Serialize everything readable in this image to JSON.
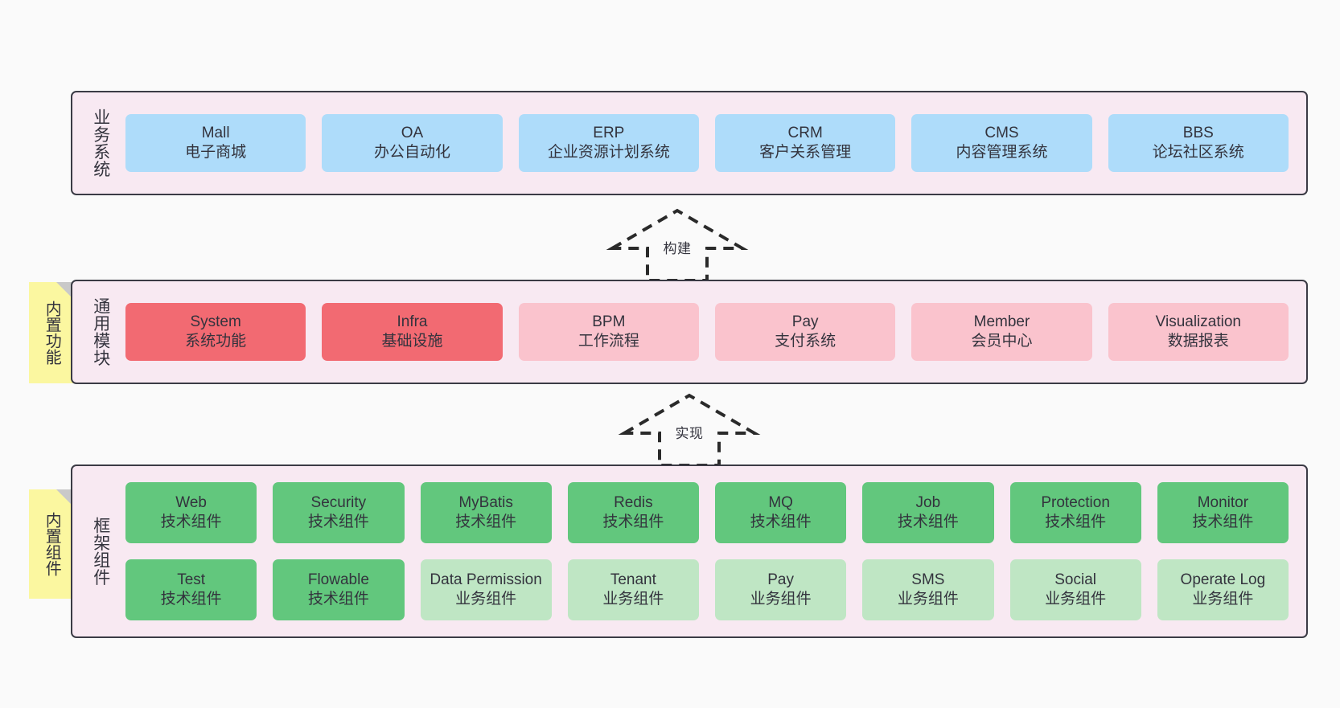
{
  "page": {
    "background": "#fafafa",
    "border_color": "#3b3b45",
    "layer_background": "#f8e9f2",
    "note_color": "#fbf7a0"
  },
  "colors": {
    "blue": "#aedcfa",
    "red": "#f26a72",
    "pink": "#fac3cd",
    "green": "#62c77d",
    "light_green": "#bfe6c4"
  },
  "layers": {
    "business": {
      "title": "业务系统",
      "cards": [
        {
          "name": "Mall",
          "desc": "电子商城",
          "color": "blue"
        },
        {
          "name": "OA",
          "desc": "办公自动化",
          "color": "blue"
        },
        {
          "name": "ERP",
          "desc": "企业资源计划系统",
          "color": "blue"
        },
        {
          "name": "CRM",
          "desc": "客户关系管理",
          "color": "blue"
        },
        {
          "name": "CMS",
          "desc": "内容管理系统",
          "color": "blue"
        },
        {
          "name": "BBS",
          "desc": "论坛社区系统",
          "color": "blue"
        }
      ]
    },
    "common": {
      "title": "通用模块",
      "note": "内置功能",
      "cards": [
        {
          "name": "System",
          "desc": "系统功能",
          "color": "red"
        },
        {
          "name": "Infra",
          "desc": "基础设施",
          "color": "red"
        },
        {
          "name": "BPM",
          "desc": "工作流程",
          "color": "pink"
        },
        {
          "name": "Pay",
          "desc": "支付系统",
          "color": "pink"
        },
        {
          "name": "Member",
          "desc": "会员中心",
          "color": "pink"
        },
        {
          "name": "Visualization",
          "desc": "数据报表",
          "color": "pink"
        }
      ]
    },
    "framework": {
      "title": "框架组件",
      "note": "内置组件",
      "row1": [
        {
          "name": "Web",
          "desc": "技术组件",
          "color": "green"
        },
        {
          "name": "Security",
          "desc": "技术组件",
          "color": "green"
        },
        {
          "name": "MyBatis",
          "desc": "技术组件",
          "color": "green"
        },
        {
          "name": "Redis",
          "desc": "技术组件",
          "color": "green"
        },
        {
          "name": "MQ",
          "desc": "技术组件",
          "color": "green"
        },
        {
          "name": "Job",
          "desc": "技术组件",
          "color": "green"
        },
        {
          "name": "Protection",
          "desc": "技术组件",
          "color": "green"
        },
        {
          "name": "Monitor",
          "desc": "技术组件",
          "color": "green"
        }
      ],
      "row2": [
        {
          "name": "Test",
          "desc": "技术组件",
          "color": "green"
        },
        {
          "name": "Flowable",
          "desc": "技术组件",
          "color": "green"
        },
        {
          "name": "Data Permission",
          "desc": "业务组件",
          "color": "light_green"
        },
        {
          "name": "Tenant",
          "desc": "业务组件",
          "color": "light_green"
        },
        {
          "name": "Pay",
          "desc": "业务组件",
          "color": "light_green"
        },
        {
          "name": "SMS",
          "desc": "业务组件",
          "color": "light_green"
        },
        {
          "name": "Social",
          "desc": "业务组件",
          "color": "light_green"
        },
        {
          "name": "Operate Log",
          "desc": "业务组件",
          "color": "light_green"
        }
      ]
    }
  },
  "arrows": {
    "build": "构建",
    "implement": "实现"
  }
}
